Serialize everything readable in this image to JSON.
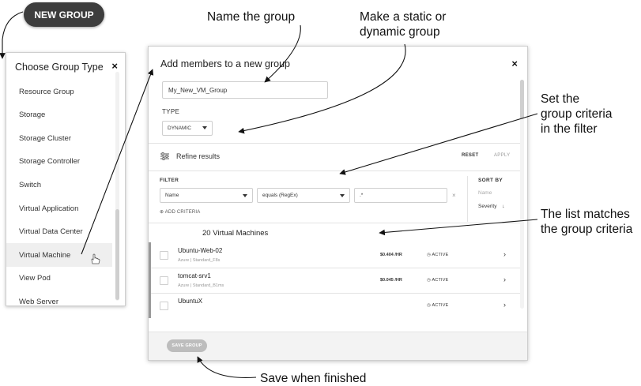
{
  "new_group_button": "NEW GROUP",
  "type_panel": {
    "title": "Choose Group Type",
    "close": "×",
    "items": [
      {
        "label": "Resource Group"
      },
      {
        "label": "Storage"
      },
      {
        "label": "Storage Cluster"
      },
      {
        "label": "Storage Controller"
      },
      {
        "label": "Switch"
      },
      {
        "label": "Virtual Application"
      },
      {
        "label": "Virtual Data Center"
      },
      {
        "label": "Virtual Machine",
        "selected": true
      },
      {
        "label": "View Pod"
      },
      {
        "label": "Web Server"
      }
    ]
  },
  "dialog": {
    "title": "Add members to a new group",
    "close": "×",
    "name_value": "My_New_VM_Group",
    "type_label": "TYPE",
    "type_value": "DYNAMIC",
    "refine_label": "Refine results",
    "reset_label": "RESET",
    "apply_label": "APPLY",
    "filter": {
      "label": "FILTER",
      "field": "Name",
      "operator": "equals (RegEx)",
      "value": ".*",
      "clear": "×",
      "add_criteria": "ADD CRITERIA"
    },
    "sort": {
      "label": "SORT BY",
      "options": [
        "Name",
        "Severity"
      ],
      "active_arrow": "↓"
    },
    "vm_count": "20 Virtual Machines",
    "vms": [
      {
        "name": "Ubuntu-Web-02",
        "details": "Azure | Standard_F8s",
        "cost": "$0.404 /HR",
        "status": "ACTIVE"
      },
      {
        "name": "tomcat-srv1",
        "details": "Azure | Standard_B1ms",
        "cost": "$0.045 /HR",
        "status": "ACTIVE"
      },
      {
        "name": "UbuntuX",
        "details": "",
        "cost": "",
        "status": "ACTIVE"
      }
    ],
    "save_label": "SAVE GROUP"
  },
  "annotations": {
    "name_group": "Name the group",
    "static_dynamic": [
      "Make a static or",
      "dynamic group"
    ],
    "criteria": [
      "Set the",
      "group criteria",
      "in the filter"
    ],
    "list_matches": [
      "The list matches",
      "the group criteria"
    ],
    "save_finished": "Save when finished"
  }
}
